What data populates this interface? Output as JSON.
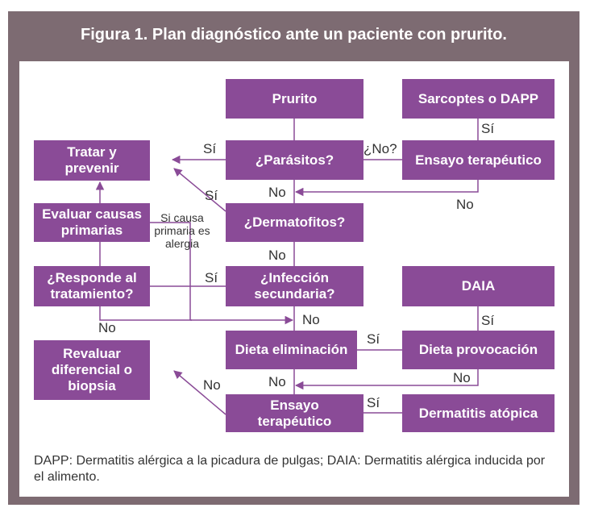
{
  "figure": {
    "title": "Figura 1. Plan diagnóstico ante un paciente con prurito.",
    "caption": "DAPP: Dermatitis alérgica a la picadura de pulgas; DAIA: Dermatitis alérgica inducida por el alimento."
  },
  "boxes": {
    "prurito": "Prurito",
    "sarcoptes": "Sarcoptes o DAPP",
    "parasitos": "¿Parásitos?",
    "ensayo1": "Ensayo terapéutico",
    "tratar": "Tratar y prevenir",
    "dermatofitos": "¿Dermatofitos?",
    "evaluar": "Evaluar causas primarias",
    "responde": "¿Responde al tratamiento?",
    "infeccion": "¿Infección secundaria?",
    "daia": "DAIA",
    "revaluar": "Revaluar diferencial o biopsia",
    "dieta_elim": "Dieta eliminación",
    "dieta_prov": "Dieta provocación",
    "ensayo2": "Ensayo terapéutico",
    "dermatitis": "Dermatitis atópica"
  },
  "labels": {
    "si_sarcoptes": "Sí",
    "si_tratar": "Sí",
    "no_parasitos": "¿No?",
    "no_ensayo1_a": "No",
    "no_ensayo1_b": "No",
    "si_dermatofitos": "Sí",
    "si_causa": "Si causa primaria es alergia",
    "no_dermatofitos": "No",
    "si_responde": "Sí",
    "no_infeccion": "No",
    "no_responde": "No",
    "si_daia": "Sí",
    "si_dieta": "Sí",
    "no_dieta_a": "No",
    "no_dieta_b": "No",
    "no_revaluar": "No",
    "si_dermatitis": "Sí"
  },
  "colors": {
    "frame": "#7d6b72",
    "box": "#8a4b97",
    "line": "#8a4b97"
  }
}
